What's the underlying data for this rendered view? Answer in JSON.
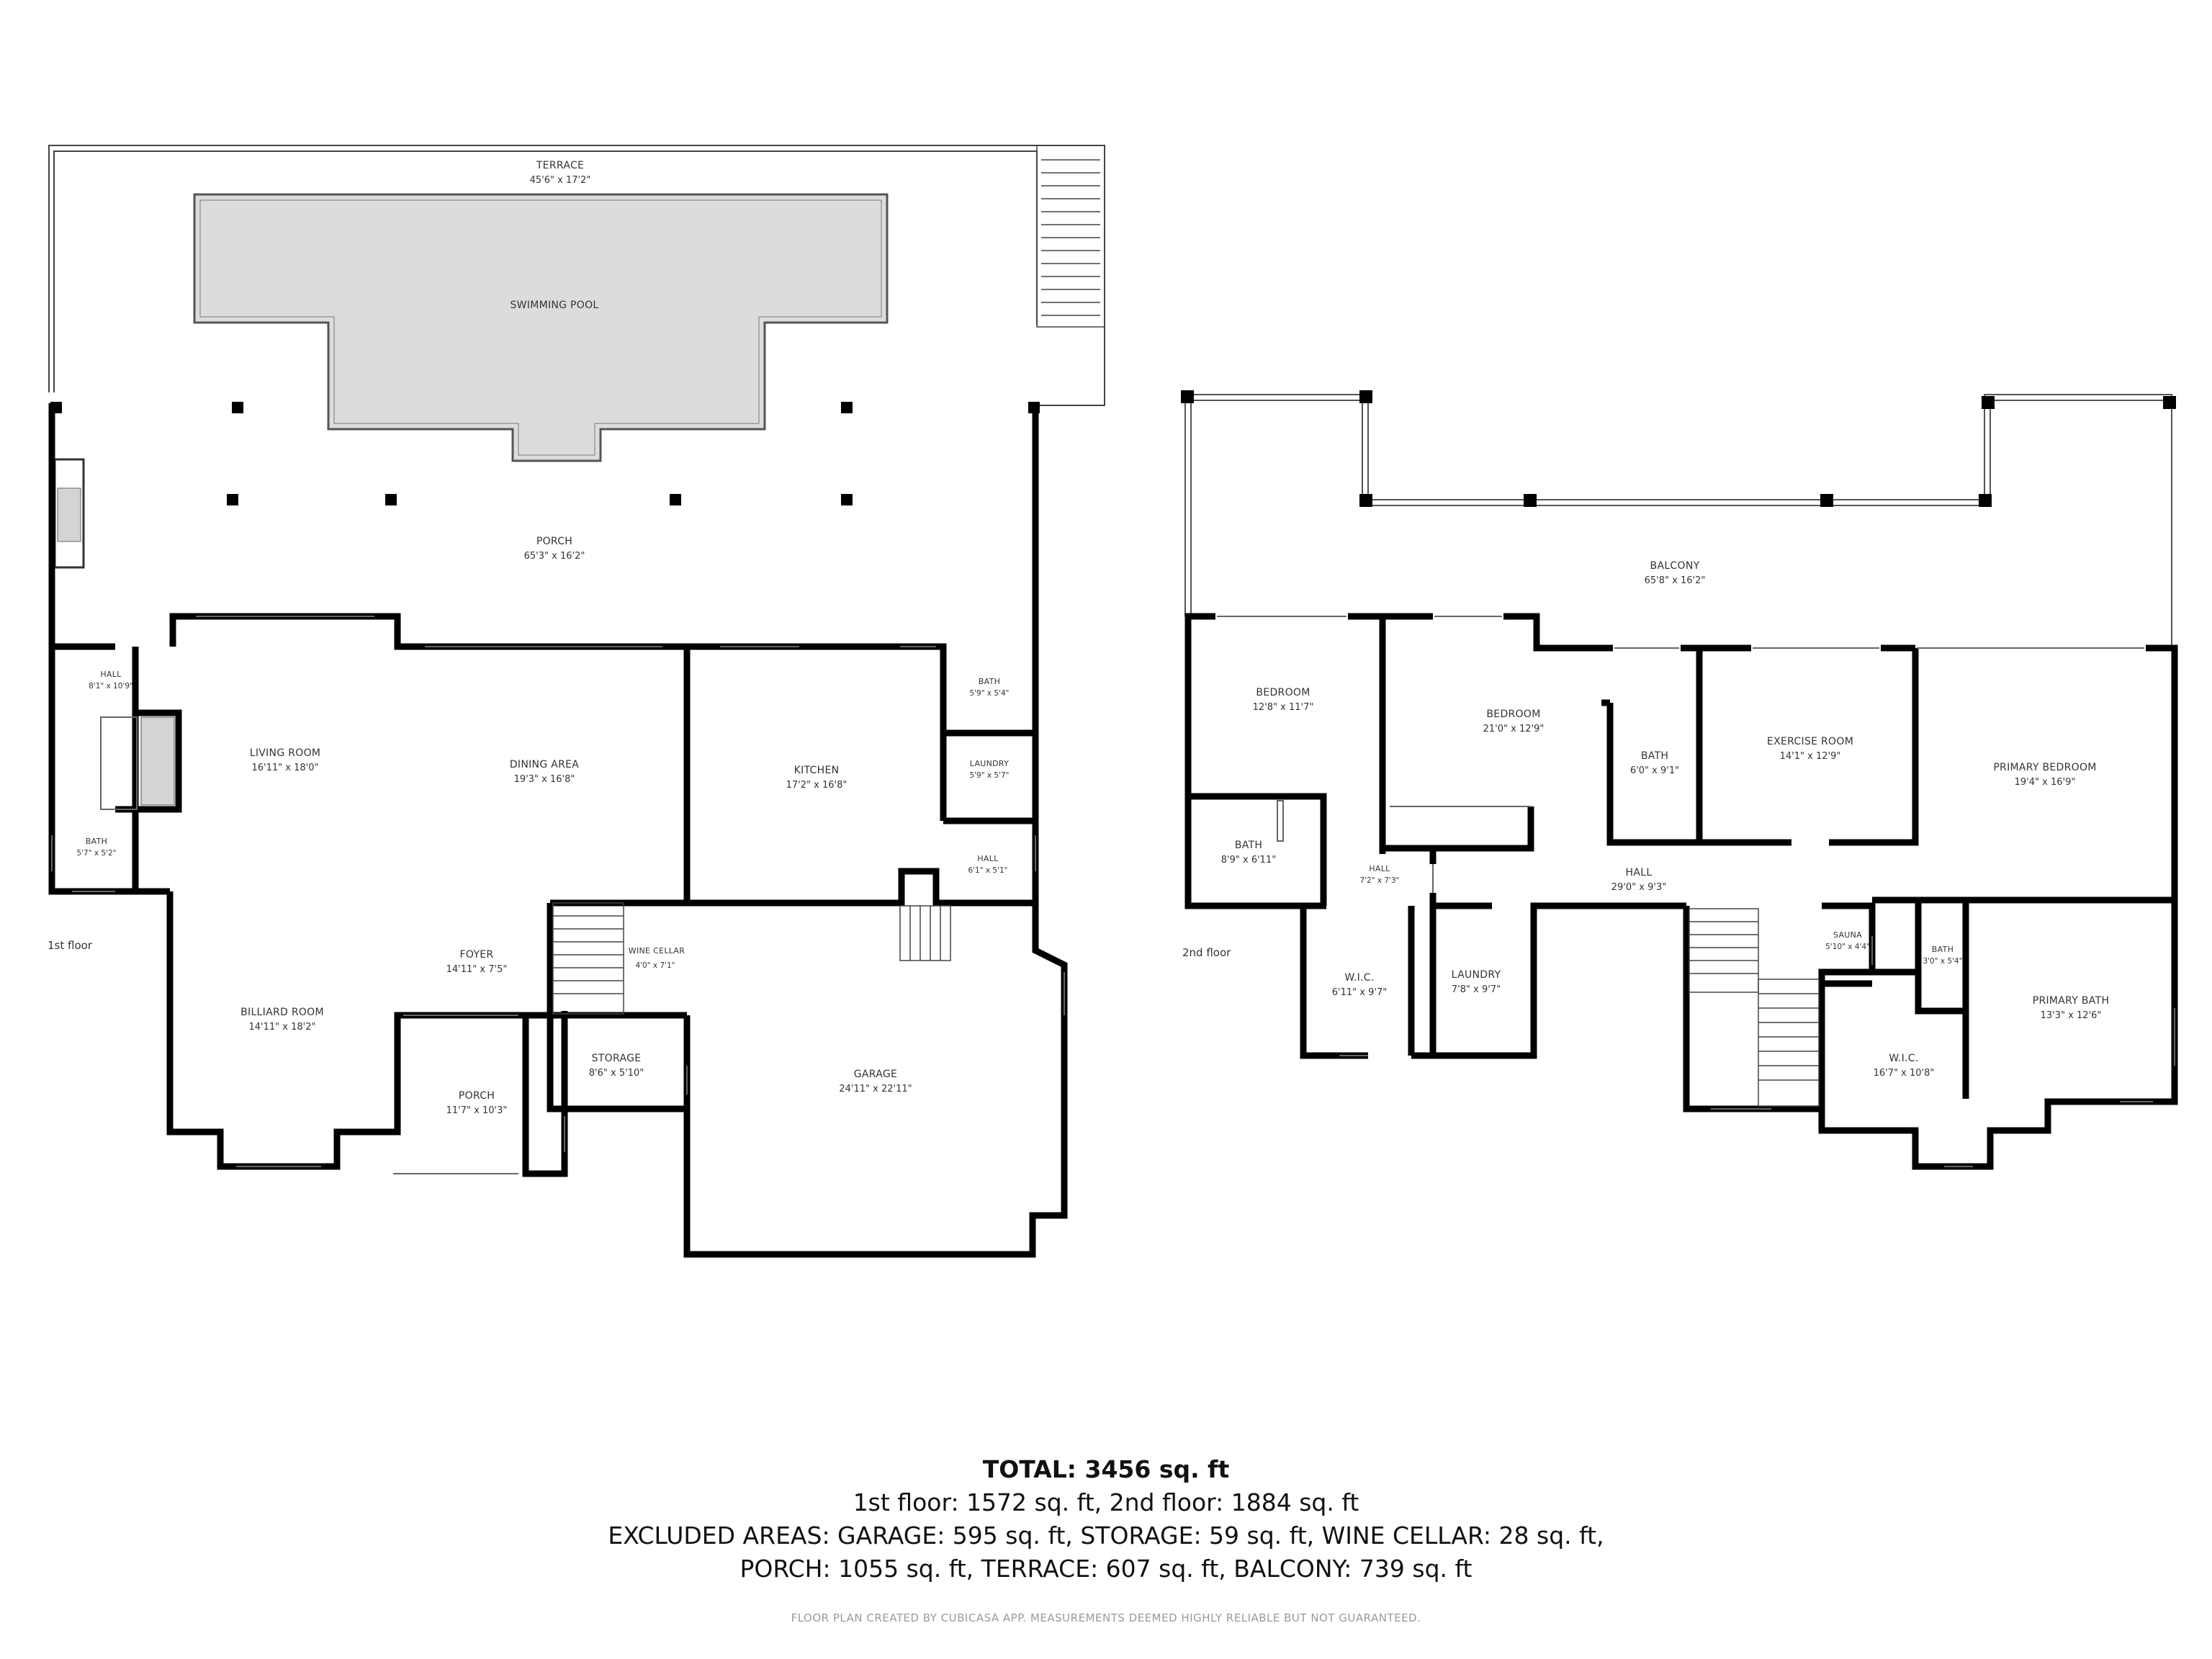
{
  "floors": {
    "first": {
      "label": "1st floor",
      "rooms": [
        {
          "id": "terrace",
          "name": "TERRACE",
          "dims": "45'6\" x 17'2\""
        },
        {
          "id": "pool",
          "name": "SWIMMING POOL",
          "dims": ""
        },
        {
          "id": "porch-rear",
          "name": "PORCH",
          "dims": "65'3\" x 16'2\""
        },
        {
          "id": "hall",
          "name": "HALL",
          "dims": "8'1\" x 10'9\""
        },
        {
          "id": "living",
          "name": "LIVING ROOM",
          "dims": "16'11\" x 18'0\""
        },
        {
          "id": "dining",
          "name": "DINING AREA",
          "dims": "19'3\" x 16'8\""
        },
        {
          "id": "kitchen",
          "name": "KITCHEN",
          "dims": "17'2\" x 16'8\""
        },
        {
          "id": "bath-upper",
          "name": "BATH",
          "dims": "5'9\" x 5'4\""
        },
        {
          "id": "laundry",
          "name": "LAUNDRY",
          "dims": "5'9\" x 5'7\""
        },
        {
          "id": "bath-left",
          "name": "BATH",
          "dims": "5'7\" x 5'2\""
        },
        {
          "id": "hall-small",
          "name": "HALL",
          "dims": "6'1\" x 5'1\""
        },
        {
          "id": "foyer",
          "name": "FOYER",
          "dims": "14'11\" x 7'5\""
        },
        {
          "id": "wine",
          "name": "WINE CELLAR",
          "dims": "4'0\" x 7'1\""
        },
        {
          "id": "billiard",
          "name": "BILLIARD ROOM",
          "dims": "14'11\" x 18'2\""
        },
        {
          "id": "storage",
          "name": "STORAGE",
          "dims": "8'6\" x 5'10\""
        },
        {
          "id": "garage",
          "name": "GARAGE",
          "dims": "24'11\" x 22'11\""
        },
        {
          "id": "porch-front",
          "name": "PORCH",
          "dims": "11'7\" x 10'3\""
        }
      ]
    },
    "second": {
      "label": "2nd floor",
      "rooms": [
        {
          "id": "balcony",
          "name": "BALCONY",
          "dims": "65'8\" x 16'2\""
        },
        {
          "id": "bedroom1",
          "name": "BEDROOM",
          "dims": "12'8\" x 11'7\""
        },
        {
          "id": "bedroom2",
          "name": "BEDROOM",
          "dims": "21'0\" x 12'9\""
        },
        {
          "id": "bath-mid",
          "name": "BATH",
          "dims": "6'0\" x 9'1\""
        },
        {
          "id": "exercise",
          "name": "EXERCISE ROOM",
          "dims": "14'1\" x 12'9\""
        },
        {
          "id": "primary-bed",
          "name": "PRIMARY BEDROOM",
          "dims": "19'4\" x 16'9\""
        },
        {
          "id": "bath-left2",
          "name": "BATH",
          "dims": "8'9\" x 6'11\""
        },
        {
          "id": "hall-small2",
          "name": "HALL",
          "dims": "7'2\" x 7'3\""
        },
        {
          "id": "hall-main",
          "name": "HALL",
          "dims": "29'0\" x 9'3\""
        },
        {
          "id": "sauna",
          "name": "SAUNA",
          "dims": "5'10\" x 4'4\""
        },
        {
          "id": "bath-tiny",
          "name": "BATH",
          "dims": "3'0\" x 5'4\""
        },
        {
          "id": "wic1",
          "name": "W.I.C.",
          "dims": "6'11\" x 9'7\""
        },
        {
          "id": "laundry2",
          "name": "LAUNDRY",
          "dims": "7'8\" x 9'7\""
        },
        {
          "id": "primary-bath",
          "name": "PRIMARY BATH",
          "dims": "13'3\" x 12'6\""
        },
        {
          "id": "wic2",
          "name": "W.I.C.",
          "dims": "16'7\" x 10'8\""
        }
      ]
    }
  },
  "summary": {
    "total_label": "TOTAL:",
    "total_value": "3456 sq. ft",
    "line1": "1st floor: 1572 sq. ft, 2nd floor: 1884 sq. ft",
    "line2": "EXCLUDED AREAS: GARAGE: 595 sq. ft, STORAGE: 59 sq. ft, WINE CELLAR: 28 sq. ft,",
    "line3": "PORCH: 1055 sq. ft, TERRACE: 607 sq. ft, BALCONY: 739 sq. ft"
  },
  "disclaimer": "FLOOR PLAN CREATED BY CUBICASA APP. MEASUREMENTS DEEMED HIGHLY RELIABLE BUT NOT GUARANTEED.",
  "colors": {
    "wall": "#000000",
    "pool": "#dcdcdc",
    "line": "#444444",
    "text": "#333333"
  }
}
